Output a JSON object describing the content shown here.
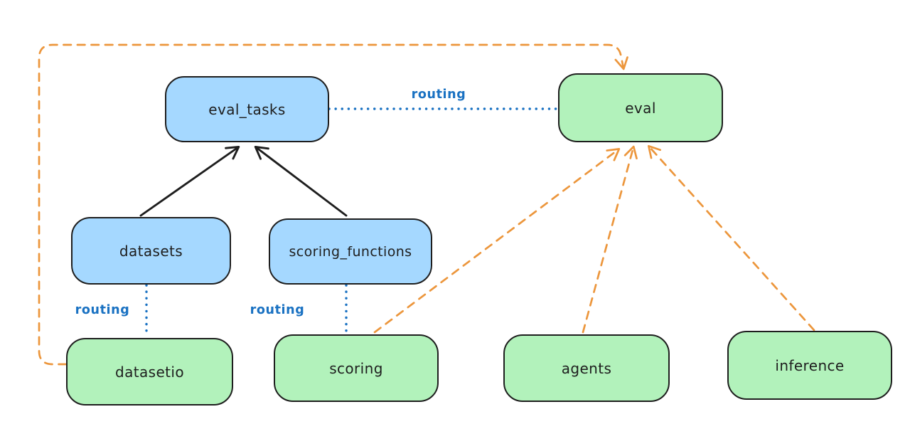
{
  "colors": {
    "background": "#ffffff",
    "blue_fill": "#a5d8ff",
    "green_fill": "#b2f2bb",
    "stroke_dark": "#1e1e1e",
    "orange_accent": "#ec963c",
    "routing_blue": "#1971c2"
  },
  "nodes": {
    "eval_tasks": {
      "label": "eval_tasks",
      "fill": "blue"
    },
    "eval": {
      "label": "eval",
      "fill": "green"
    },
    "datasets": {
      "label": "datasets",
      "fill": "blue"
    },
    "scoring_functions": {
      "label": "scoring_functions",
      "fill": "blue"
    },
    "datasetio": {
      "label": "datasetio",
      "fill": "green"
    },
    "scoring": {
      "label": "scoring",
      "fill": "green"
    },
    "agents": {
      "label": "agents",
      "fill": "green"
    },
    "inference": {
      "label": "inference",
      "fill": "green"
    }
  },
  "edge_labels": {
    "eval_tasks_to_eval": "routing",
    "datasets_to_datasetio": "routing",
    "scoring_functions_to_scoring": "routing"
  },
  "edges": [
    {
      "from": "eval_tasks",
      "to": "eval",
      "style": "dotted-blue",
      "label": "routing"
    },
    {
      "from": "datasets",
      "to": "datasetio",
      "style": "dotted-blue",
      "label": "routing"
    },
    {
      "from": "scoring_functions",
      "to": "scoring",
      "style": "dotted-blue",
      "label": "routing"
    },
    {
      "from": "datasets",
      "to": "eval_tasks",
      "style": "solid-black-arrow",
      "label": ""
    },
    {
      "from": "scoring_functions",
      "to": "eval_tasks",
      "style": "solid-black-arrow",
      "label": ""
    },
    {
      "from": "datasetio",
      "to": "eval",
      "style": "dashed-orange-arrow",
      "label": ""
    },
    {
      "from": "scoring",
      "to": "eval",
      "style": "dashed-orange-arrow",
      "label": ""
    },
    {
      "from": "agents",
      "to": "eval",
      "style": "dashed-orange-arrow",
      "label": ""
    },
    {
      "from": "inference",
      "to": "eval",
      "style": "dashed-orange-arrow",
      "label": ""
    }
  ]
}
